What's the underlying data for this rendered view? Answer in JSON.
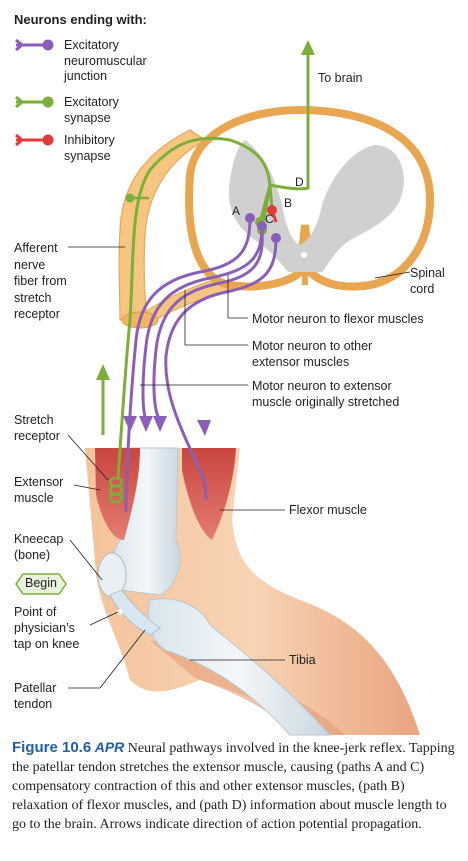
{
  "legend": {
    "title": "Neurons ending with:",
    "items": [
      {
        "label": "Excitatory neuromuscular junction",
        "lines": [
          "Excitatory",
          "neuromuscular",
          "junction"
        ],
        "color": "#8b5fb8"
      },
      {
        "label": "Excitatory synapse",
        "lines": [
          "Excitatory",
          "synapse"
        ],
        "color": "#7cae3a"
      },
      {
        "label": "Inhibitory synapse",
        "lines": [
          "Inhibitory",
          "synapse"
        ],
        "color": "#e33a3a"
      }
    ]
  },
  "labels": {
    "to_brain": "To brain",
    "afferent": [
      "Afferent",
      "nerve",
      "fiber from",
      "stretch",
      "receptor"
    ],
    "spinal_cord": [
      "Spinal",
      "cord"
    ],
    "motor_flexor": "Motor neuron to flexor muscles",
    "motor_other": [
      "Motor neuron to other",
      "extensor muscles"
    ],
    "motor_extensor": [
      "Motor neuron to extensor",
      "muscle originally stretched"
    ],
    "stretch_receptor": [
      "Stretch",
      "receptor"
    ],
    "extensor_muscle": [
      "Extensor",
      "muscle"
    ],
    "flexor_muscle": "Flexor muscle",
    "kneecap": [
      "Kneecap",
      "(bone)"
    ],
    "begin": "Begin",
    "tap_point": [
      "Point of",
      "physician’s",
      "tap on knee"
    ],
    "tibia": "Tibia",
    "patellar_tendon": [
      "Patellar",
      "tendon"
    ],
    "paths": {
      "a": "A",
      "b": "B",
      "c": "C",
      "d": "D"
    }
  },
  "caption": {
    "figure": "Figure 10.6",
    "apr": "APR",
    "text": "Neural pathways involved in the knee-jerk reflex. Tapping the patellar tendon stretches the extensor muscle, causing (paths A and C) compensatory contraction of this and other extensor muscles, (path B) relaxation of flexor muscles, and (path D) information about muscle length to go to the brain. Arrows indicate direction of action potential propagation."
  },
  "colors": {
    "excitatory_nmj": "#8b5fb8",
    "excitatory_synapse": "#7cae3a",
    "inhibitory_synapse": "#e33a3a",
    "nerve": "#f6c680",
    "gray_matter": "#cfcfcf",
    "muscle": "#d9605a",
    "skin": "#f2b58d",
    "caption_blue": "#1f5fa8"
  }
}
